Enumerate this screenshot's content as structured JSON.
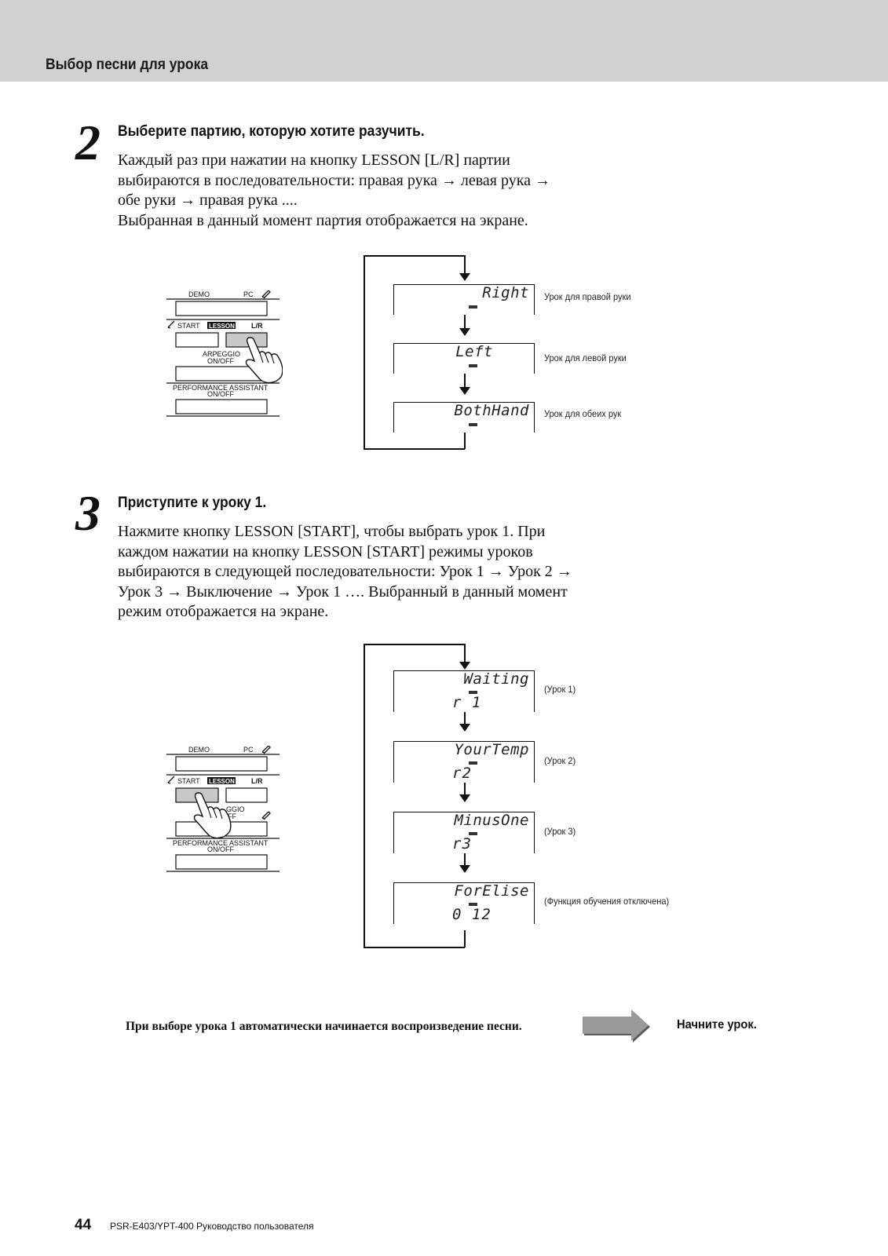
{
  "header": {
    "title": "Выбор песни для урока"
  },
  "step2": {
    "number": "2",
    "title": "Выберите партию, которую хотите разучить.",
    "lines": [
      "Каждый раз при нажатии на кнопку LESSON [L/R] партии",
      "выбираются в последовательности: правая рука → левая рука →",
      "обе руки → правая рука ....",
      "Выбранная в данный момент партия отображается на экране."
    ],
    "panel": {
      "demo": "DEMO",
      "pc": "PC",
      "start": "START",
      "lesson": "LESSON",
      "lr": "L/R",
      "arpeggio": "ARPEGGIO",
      "arpeggio_onoff": "ON/OFF",
      "perf": "PERFORMANCE ASSISTANT",
      "perf_onoff": "ON/OFF"
    },
    "displays": [
      {
        "top": "Right",
        "label": "Урок для правой руки"
      },
      {
        "top": "Left",
        "label": "Урок для левой руки"
      },
      {
        "top": "BothHand",
        "label": "Урок для обеих рук"
      }
    ]
  },
  "step3": {
    "number": "3",
    "title": "Приступите к уроку 1.",
    "lines": [
      "Нажмите кнопку LESSON [START], чтобы выбрать урок 1. При",
      "каждом нажатии на кнопку LESSON [START] режимы уроков",
      "выбираются в следующей последовательности: Урок 1 → Урок 2 →",
      "Урок 3 → Выключение → Урок 1 …. Выбранный в данный момент",
      "режим отображается на экране."
    ],
    "panel": {
      "demo": "DEMO",
      "pc": "PC",
      "start": "START",
      "lesson": "LESSON",
      "lr": "L/R",
      "arpeggio_partial": "GGIO",
      "arpeggio_onoff_partial": "FF",
      "perf": "PERFORMANCE ASSISTANT",
      "perf_onoff": "ON/OFF"
    },
    "displays": [
      {
        "top": "Waiting",
        "bottom": "r 1",
        "label": "(Урок 1)"
      },
      {
        "top": "YourTemp",
        "bottom": "r2",
        "label": "(Урок 2)"
      },
      {
        "top": "MinusOne",
        "bottom": "r3",
        "label": "(Урок 3)"
      },
      {
        "top": "ForElise",
        "bottom": "0 12",
        "label": "(Функция обучения отключена)"
      }
    ]
  },
  "footer": {
    "note": "При выборе урока 1 автоматически начинается воспроизведение песни.",
    "action": "Начните урок.",
    "page_number": "44",
    "doc": "PSR-E403/YPT-400  Руководство пользователя"
  },
  "colors": {
    "header_bg": "#d1d1d1",
    "button_pressed": "#c8c8c8",
    "arrow_fill": "#999999"
  },
  "icons": [
    "pointing-hand-icon",
    "down-arrow-icon",
    "right-arrow-icon",
    "pen-icon"
  ]
}
